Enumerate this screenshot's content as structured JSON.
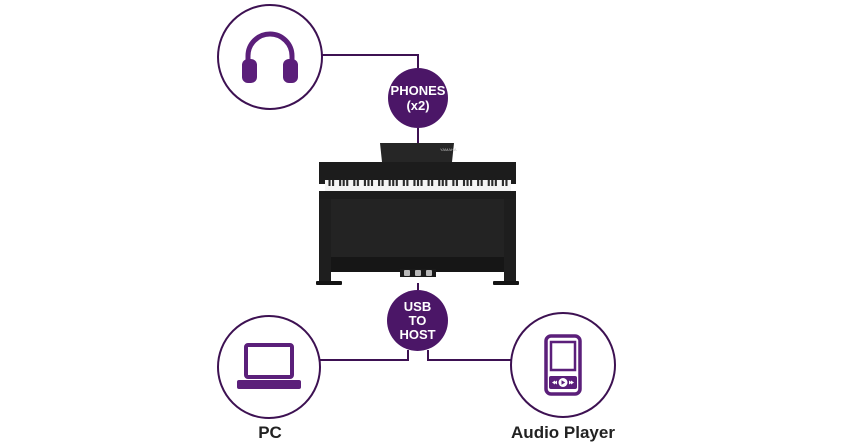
{
  "colors": {
    "accent": "#4b1667",
    "line": "#3d1152",
    "icon": "#5b1f7a",
    "piano": "#1c1c1c"
  },
  "badges": {
    "phones": {
      "line1": "PHONES",
      "line2": "(x2)"
    },
    "usb": {
      "line1": "USB",
      "line2": "TO",
      "line3": "HOST"
    }
  },
  "devices": {
    "headphones": {
      "icon": "headphones-icon"
    },
    "pc": {
      "icon": "laptop-icon",
      "label": "PC"
    },
    "audio_player": {
      "icon": "audio-player-icon",
      "label": "Audio Player"
    }
  },
  "piano": {
    "icon": "digital-piano",
    "brand_mark": "YAMAHA"
  }
}
